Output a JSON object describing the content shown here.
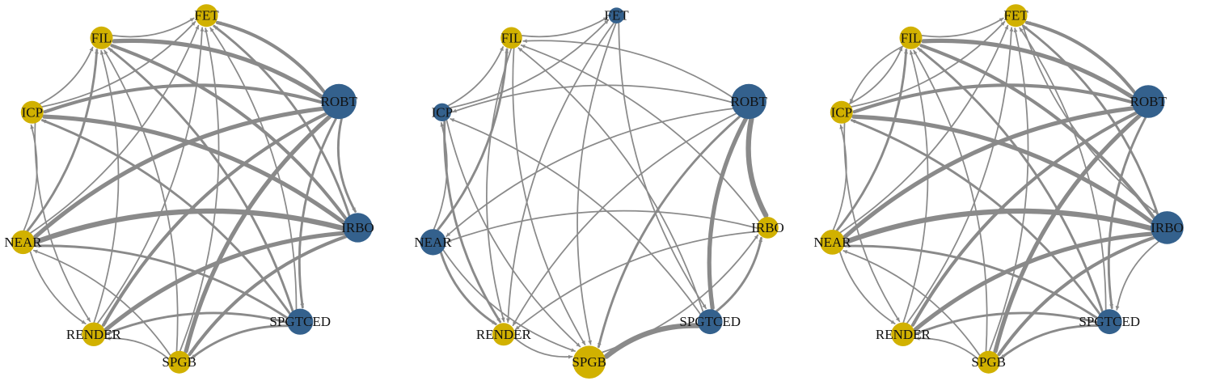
{
  "colors": {
    "blue": "#34618d",
    "gold": "#d1b100",
    "edge": "#8a8a8a"
  },
  "node_order": [
    "FET",
    "ROBT",
    "IRBO",
    "SPGTCED",
    "SPGB",
    "RENDER",
    "NEAR",
    "ICP",
    "FIL"
  ],
  "panels": [
    {
      "name": "panel-left",
      "nodes": {
        "FET": {
          "label": "FET",
          "color": "gold",
          "size": 1.0
        },
        "ROBT": {
          "label": "ROBT",
          "color": "blue",
          "size": 1.55
        },
        "IRBO": {
          "label": "IRBO",
          "color": "blue",
          "size": 1.3
        },
        "SPGTCED": {
          "label": "SPGTCED",
          "color": "blue",
          "size": 1.15
        },
        "SPGB": {
          "label": "SPGB",
          "color": "gold",
          "size": 1.0
        },
        "RENDER": {
          "label": "RENDER",
          "color": "gold",
          "size": 1.05
        },
        "NEAR": {
          "label": "NEAR",
          "color": "gold",
          "size": 1.05
        },
        "ICP": {
          "label": "ICP",
          "color": "gold",
          "size": 1.0
        },
        "FIL": {
          "label": "FIL",
          "color": "gold",
          "size": 1.0
        }
      },
      "edges": [
        [
          "ROBT",
          "FET",
          3
        ],
        [
          "ROBT",
          "FIL",
          4
        ],
        [
          "ROBT",
          "ICP",
          3
        ],
        [
          "ROBT",
          "NEAR",
          4
        ],
        [
          "ROBT",
          "RENDER",
          3
        ],
        [
          "ROBT",
          "SPGB",
          4
        ],
        [
          "ROBT",
          "IRBO",
          2
        ],
        [
          "ROBT",
          "SPGTCED",
          2
        ],
        [
          "IRBO",
          "FIL",
          3
        ],
        [
          "IRBO",
          "ICP",
          4
        ],
        [
          "IRBO",
          "NEAR",
          5
        ],
        [
          "IRBO",
          "RENDER",
          4
        ],
        [
          "IRBO",
          "SPGB",
          3
        ],
        [
          "IRBO",
          "FET",
          2
        ],
        [
          "SPGTCED",
          "FIL",
          2
        ],
        [
          "SPGTCED",
          "ICP",
          2
        ],
        [
          "SPGTCED",
          "NEAR",
          2
        ],
        [
          "SPGTCED",
          "RENDER",
          2
        ],
        [
          "SPGTCED",
          "SPGB",
          2
        ],
        [
          "SPGTCED",
          "FET",
          1
        ],
        [
          "NEAR",
          "FIL",
          2
        ],
        [
          "NEAR",
          "ICP",
          1
        ],
        [
          "NEAR",
          "RENDER",
          1
        ],
        [
          "NEAR",
          "FET",
          1
        ],
        [
          "ICP",
          "FIL",
          1
        ],
        [
          "ICP",
          "FET",
          1
        ],
        [
          "ICP",
          "RENDER",
          1
        ],
        [
          "SPGB",
          "FET",
          1
        ],
        [
          "SPGB",
          "FIL",
          1
        ],
        [
          "SPGB",
          "RENDER",
          1
        ],
        [
          "SPGB",
          "NEAR",
          1
        ],
        [
          "RENDER",
          "FET",
          1
        ],
        [
          "RENDER",
          "FIL",
          1
        ],
        [
          "FIL",
          "FET",
          1
        ]
      ]
    },
    {
      "name": "panel-middle",
      "nodes": {
        "FET": {
          "label": "FET",
          "color": "blue",
          "size": 0.7
        },
        "ROBT": {
          "label": "ROBT",
          "color": "blue",
          "size": 1.55
        },
        "IRBO": {
          "label": "IRBO",
          "color": "gold",
          "size": 0.95
        },
        "SPGTCED": {
          "label": "SPGTCED",
          "color": "blue",
          "size": 1.1
        },
        "SPGB": {
          "label": "SPGB",
          "color": "gold",
          "size": 1.45
        },
        "RENDER": {
          "label": "RENDER",
          "color": "gold",
          "size": 1.0
        },
        "NEAR": {
          "label": "NEAR",
          "color": "blue",
          "size": 1.15
        },
        "ICP": {
          "label": "ICP",
          "color": "blue",
          "size": 0.8
        },
        "FIL": {
          "label": "FIL",
          "color": "gold",
          "size": 0.95
        }
      },
      "edges": [
        [
          "ROBT",
          "SPGTCED",
          4
        ],
        [
          "ROBT",
          "IRBO",
          5
        ],
        [
          "ROBT",
          "SPGB",
          2
        ],
        [
          "ROBT",
          "FIL",
          1
        ],
        [
          "ROBT",
          "RENDER",
          1
        ],
        [
          "ROBT",
          "NEAR",
          1
        ],
        [
          "ROBT",
          "ICP",
          1
        ],
        [
          "SPGTCED",
          "SPGB",
          5
        ],
        [
          "SPGTCED",
          "IRBO",
          2
        ],
        [
          "SPGTCED",
          "FIL",
          1
        ],
        [
          "SPGTCED",
          "ICP",
          1
        ],
        [
          "NEAR",
          "FIL",
          2
        ],
        [
          "NEAR",
          "RENDER",
          2
        ],
        [
          "NEAR",
          "ICP",
          1
        ],
        [
          "NEAR",
          "SPGB",
          1
        ],
        [
          "ICP",
          "RENDER",
          2
        ],
        [
          "ICP",
          "FET",
          1
        ],
        [
          "ICP",
          "SPGB",
          1
        ],
        [
          "ICP",
          "FIL",
          1
        ],
        [
          "FIL",
          "FET",
          1
        ],
        [
          "FIL",
          "SPGB",
          1
        ],
        [
          "FIL",
          "RENDER",
          1
        ],
        [
          "FET",
          "SPGB",
          1
        ],
        [
          "FET",
          "RENDER",
          1
        ],
        [
          "FET",
          "SPGTCED",
          1
        ],
        [
          "IRBO",
          "NEAR",
          1
        ],
        [
          "IRBO",
          "RENDER",
          1
        ],
        [
          "IRBO",
          "FIL",
          1
        ],
        [
          "SPGB",
          "IRBO",
          1
        ],
        [
          "RENDER",
          "SPGB",
          1
        ]
      ]
    },
    {
      "name": "panel-right",
      "nodes": {
        "FET": {
          "label": "FET",
          "color": "gold",
          "size": 1.0
        },
        "ROBT": {
          "label": "ROBT",
          "color": "blue",
          "size": 1.45
        },
        "IRBO": {
          "label": "IRBO",
          "color": "blue",
          "size": 1.45
        },
        "SPGTCED": {
          "label": "SPGTCED",
          "color": "blue",
          "size": 1.1
        },
        "SPGB": {
          "label": "SPGB",
          "color": "gold",
          "size": 1.0
        },
        "RENDER": {
          "label": "RENDER",
          "color": "gold",
          "size": 1.05
        },
        "NEAR": {
          "label": "NEAR",
          "color": "gold",
          "size": 1.1
        },
        "ICP": {
          "label": "ICP",
          "color": "gold",
          "size": 1.0
        },
        "FIL": {
          "label": "FIL",
          "color": "gold",
          "size": 1.0
        }
      },
      "edges": [
        [
          "ROBT",
          "FET",
          3
        ],
        [
          "ROBT",
          "FIL",
          4
        ],
        [
          "ROBT",
          "ICP",
          3
        ],
        [
          "ROBT",
          "NEAR",
          4
        ],
        [
          "ROBT",
          "RENDER",
          3
        ],
        [
          "ROBT",
          "SPGB",
          4
        ],
        [
          "ROBT",
          "SPGTCED",
          2
        ],
        [
          "IRBO",
          "FIL",
          3
        ],
        [
          "IRBO",
          "ICP",
          4
        ],
        [
          "IRBO",
          "NEAR",
          5
        ],
        [
          "IRBO",
          "RENDER",
          4
        ],
        [
          "IRBO",
          "SPGB",
          3
        ],
        [
          "IRBO",
          "FET",
          2
        ],
        [
          "IRBO",
          "SPGTCED",
          1
        ],
        [
          "SPGTCED",
          "FIL",
          2
        ],
        [
          "SPGTCED",
          "ICP",
          2
        ],
        [
          "SPGTCED",
          "NEAR",
          2
        ],
        [
          "SPGTCED",
          "RENDER",
          2
        ],
        [
          "SPGTCED",
          "SPGB",
          2
        ],
        [
          "SPGTCED",
          "FET",
          1
        ],
        [
          "NEAR",
          "FIL",
          2
        ],
        [
          "NEAR",
          "ICP",
          1
        ],
        [
          "NEAR",
          "RENDER",
          1
        ],
        [
          "NEAR",
          "FET",
          1
        ],
        [
          "ICP",
          "FIL",
          1
        ],
        [
          "ICP",
          "FET",
          1
        ],
        [
          "ICP",
          "RENDER",
          1
        ],
        [
          "FIL",
          "ICP",
          1
        ],
        [
          "SPGB",
          "FET",
          1
        ],
        [
          "SPGB",
          "FIL",
          1
        ],
        [
          "SPGB",
          "RENDER",
          1
        ],
        [
          "SPGB",
          "NEAR",
          1
        ],
        [
          "RENDER",
          "FET",
          1
        ],
        [
          "RENDER",
          "FIL",
          1
        ],
        [
          "FIL",
          "FET",
          1
        ],
        [
          "FET",
          "IRBO",
          1
        ]
      ]
    }
  ]
}
